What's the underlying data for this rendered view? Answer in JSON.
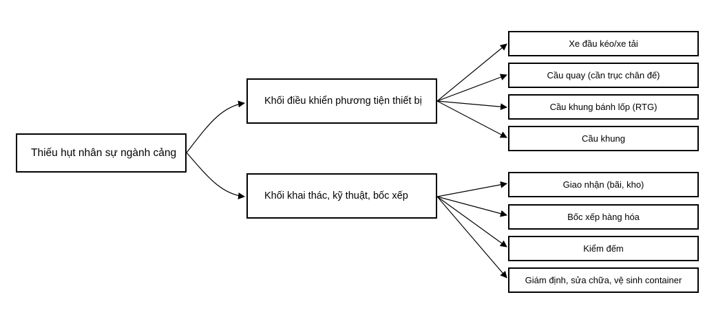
{
  "diagram": {
    "root": {
      "label": "Thiếu hụt nhân sự ngành cảng"
    },
    "branches": [
      {
        "label": "Khối điều khiển phương tiện thiết bị",
        "children": [
          {
            "label": "Xe đầu kéo/xe tải"
          },
          {
            "label": "Cầu quay (cần trục chân đế)"
          },
          {
            "label": "Cầu khung bánh lốp (RTG)"
          },
          {
            "label": "Cầu khung"
          }
        ]
      },
      {
        "label": "Khối khai thác, kỹ thuật, bốc xếp",
        "children": [
          {
            "label": "Giao nhận (bãi, kho)"
          },
          {
            "label": "Bốc xếp hàng hóa"
          },
          {
            "label": "Kiểm đếm"
          },
          {
            "label": "Giám định, sửa chữa, vệ sinh container"
          }
        ]
      }
    ],
    "colors": {
      "line": "#000000",
      "box_border": "#000000",
      "background": "#ffffff"
    }
  }
}
